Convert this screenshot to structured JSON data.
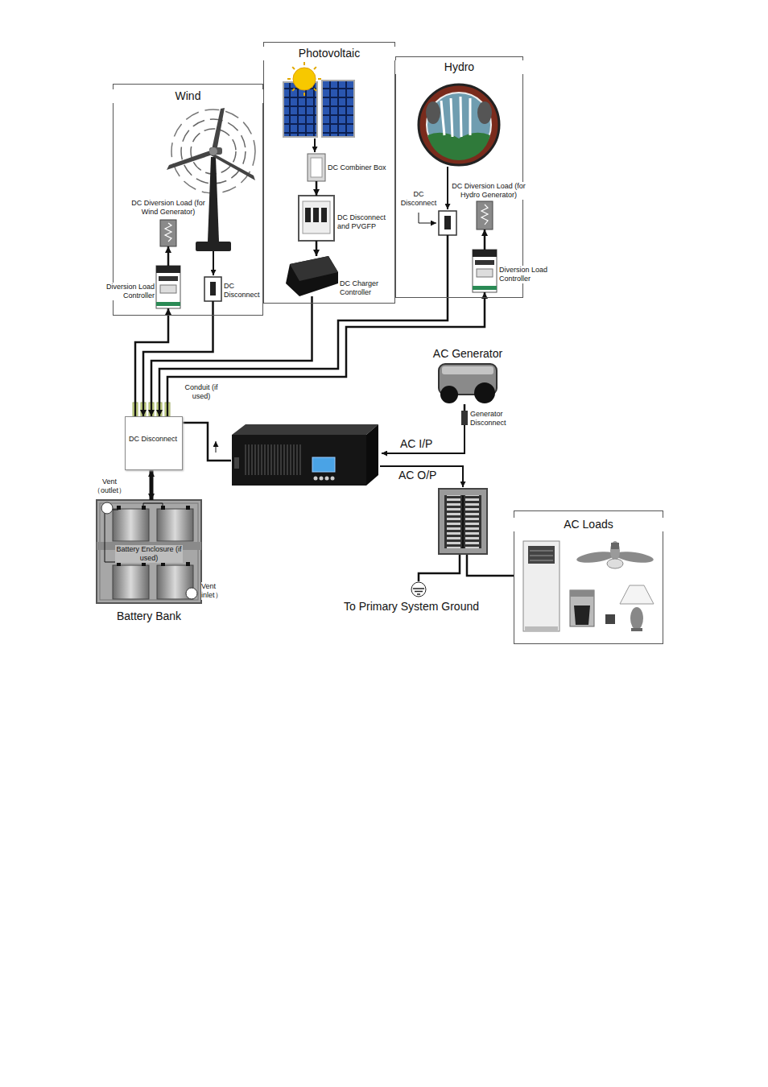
{
  "diagram": {
    "nodes": [
      {
        "text": [
          "Wind"
        ]
      },
      {
        "text": [
          "DC Diversion Load (for Wind Generator)"
        ],
        "in": 0
      },
      {
        "text": [
          "Diversion Load Controller"
        ],
        "in": 0
      },
      {
        "text": [
          "DC Disconnect"
        ],
        "in": 0
      },
      {
        "text": [
          "Photovoltaic"
        ]
      },
      {
        "text": [
          "DC Combiner Box"
        ],
        "in": 4
      },
      {
        "text": [
          "DC Disconnect and PVGFP"
        ],
        "in": 4
      },
      {
        "text": [
          "DC Charger Controller"
        ],
        "in": 4
      },
      {
        "text": [
          "Hydro"
        ]
      },
      {
        "text": [
          "DC Disconnect"
        ],
        "in": 8
      },
      {
        "text": [
          "DC Diversion Load (for Hydro Generator)"
        ],
        "in": 8
      },
      {
        "text": [
          "Diversion Load Controller"
        ],
        "in": 8
      },
      {
        "text": [
          "DC Disconnect"
        ]
      },
      {
        "text": [
          "Battery Enclosure (if used)",
          "Battery Bank"
        ]
      },
      {
        "text": [
          "AC Generator"
        ]
      },
      {
        "text": [
          "Generator Disconnect"
        ]
      },
      {
        "text": [
          "AC Loads"
        ]
      }
    ],
    "edges": [
      {
        "from": 2,
        "to": 1,
        "arrow": "to"
      },
      {
        "from": 12,
        "to": 2,
        "arrow": "to"
      },
      {
        "from": 3,
        "to": 12,
        "arrow": "to"
      },
      {
        "from": 5,
        "to": 6,
        "arrow": "to"
      },
      {
        "from": 6,
        "to": 7,
        "arrow": "to"
      },
      {
        "from": 7,
        "to": 12,
        "arrow": "to"
      },
      {
        "from": 9,
        "to": 12,
        "arrow": "to"
      },
      {
        "from": 12,
        "to": 11,
        "arrow": "to"
      },
      {
        "from": 11,
        "to": 10,
        "arrow": "to"
      },
      {
        "from": 12,
        "to": 13,
        "arrow": "both"
      },
      {
        "from": 14,
        "to": 15,
        "arrow": "none"
      }
    ],
    "labels": [
      "Vent （outlet）",
      "Vent inlet）",
      "Conduit (if used)",
      "AC I/P",
      "AC O/P",
      "To Primary System Ground"
    ]
  }
}
